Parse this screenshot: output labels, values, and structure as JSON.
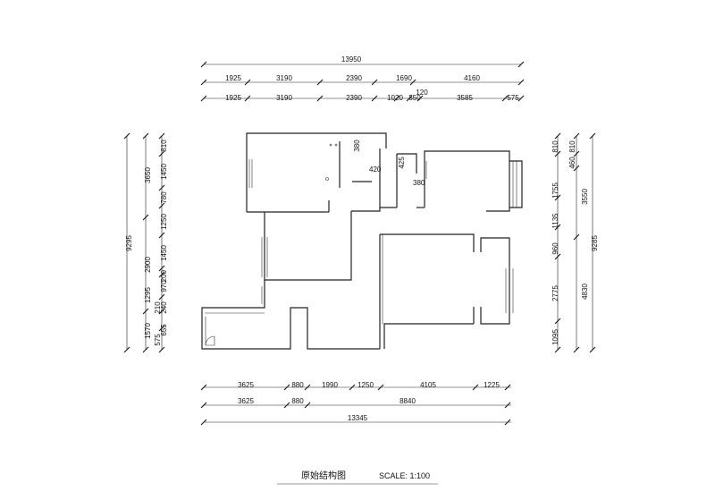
{
  "title": {
    "name": "原始结构图",
    "scale_label": "SCALE: 1:100"
  },
  "top_dims": {
    "total": "13950",
    "row1": [
      "1925",
      "3190",
      "2390",
      "1690",
      "4160"
    ],
    "row2": [
      "1925",
      "3190",
      "2390",
      "1020",
      "550",
      "120",
      "3585",
      "575"
    ]
  },
  "bottom_dims": {
    "row1": [
      "3625",
      "880",
      "1990",
      "1250",
      "4105",
      "1225"
    ],
    "row2": [
      "3625",
      "880",
      "8840"
    ],
    "total": "13345"
  },
  "left_dims": {
    "total": "9295",
    "outer": [
      "3650",
      "2900",
      "1570"
    ],
    "inner": [
      "810",
      "1450",
      "780",
      "1250",
      "1450",
      "200",
      "970",
      "1295",
      "240",
      "210",
      "575",
      "655"
    ]
  },
  "right_dims": {
    "outer": [
      "9285"
    ],
    "middle": [
      "810",
      "460",
      "3550",
      "4830"
    ],
    "inner": [
      "810",
      "1755",
      "1135",
      "960",
      "2775",
      "1095"
    ]
  },
  "room_labels": [
    "380",
    "420",
    "425",
    "380"
  ]
}
